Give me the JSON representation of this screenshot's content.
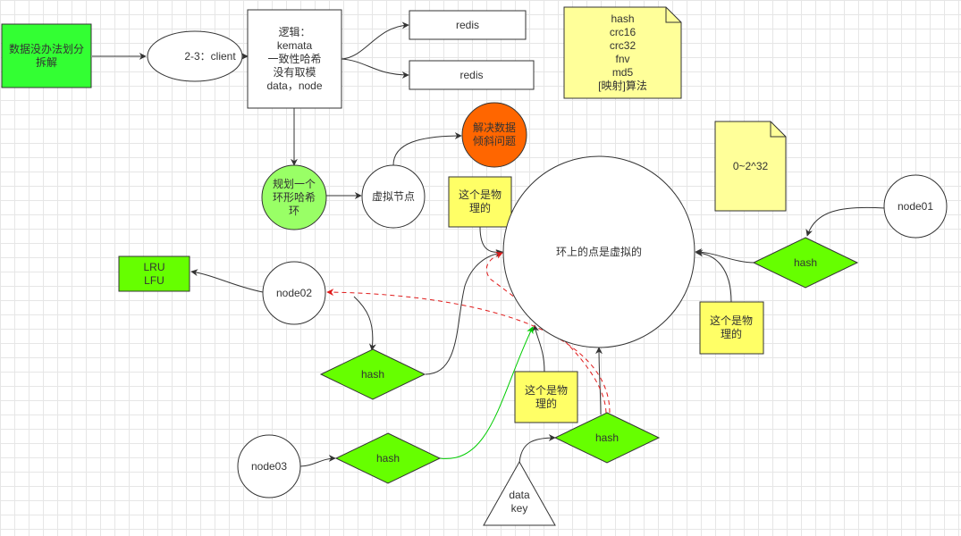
{
  "nodes": {
    "plan_box": "数据没办法划分拆解",
    "client": "2-3：client",
    "logic": "逻辑：\nkemata\n一致性哈希\n没有取模\ndata，node",
    "redis1": "redis",
    "redis2": "redis",
    "algo_note": "hash\ncrc16\ncrc32\nfnv\nmd5\n[映射]算法",
    "range_note": "0~2^32",
    "resolve": "解决数据倾斜问题",
    "ring_plan": "规划一个环形哈希环",
    "virtual_node": "虚拟节点",
    "physical_a": "这个是物理的",
    "ring": "环上的点是虚拟的",
    "node01": "node01",
    "hash_right": "hash",
    "physical_b": "这个是物理的",
    "lru": "LRU\nLFU",
    "node02": "node02",
    "hash_left": "hash",
    "physical_c": "这个是物理的",
    "hash_bottom": "hash",
    "data_key": "data\nkey",
    "node03": "node03",
    "hash_node03": "hash"
  },
  "colors": {
    "green_box": "#33ff33",
    "light_green": "#99ff66",
    "diamond_green": "#66ff00",
    "yellow_note": "#ffff99",
    "orange": "#ff6600",
    "red_arrow": "#e01b1b",
    "green_arrow": "#00cc00",
    "line": "#333333"
  }
}
